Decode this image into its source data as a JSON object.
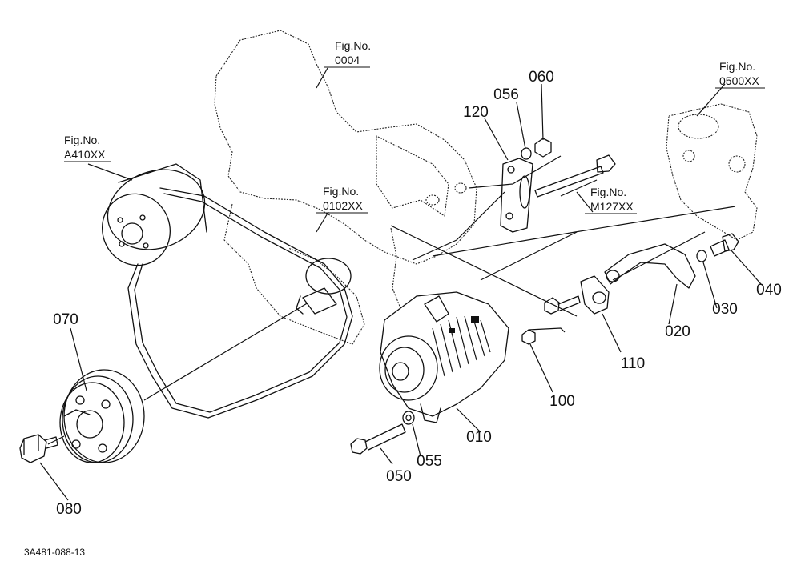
{
  "references": [
    {
      "id": "fig_0004",
      "label": "Fig.No.",
      "value": "0004"
    },
    {
      "id": "fig_a410",
      "label": "Fig.No.",
      "value": "A410XX"
    },
    {
      "id": "fig_0102",
      "label": "Fig.No.",
      "value": "0102XX"
    },
    {
      "id": "fig_m127",
      "label": "Fig.No.",
      "value": "M127XX"
    },
    {
      "id": "fig_0500",
      "label": "Fig.No.",
      "value": "0500XX"
    }
  ],
  "parts": [
    "010",
    "020",
    "030",
    "040",
    "050",
    "055",
    "056",
    "060",
    "070",
    "080",
    "100",
    "110",
    "120"
  ],
  "drawing_code": "3A481-088-13"
}
